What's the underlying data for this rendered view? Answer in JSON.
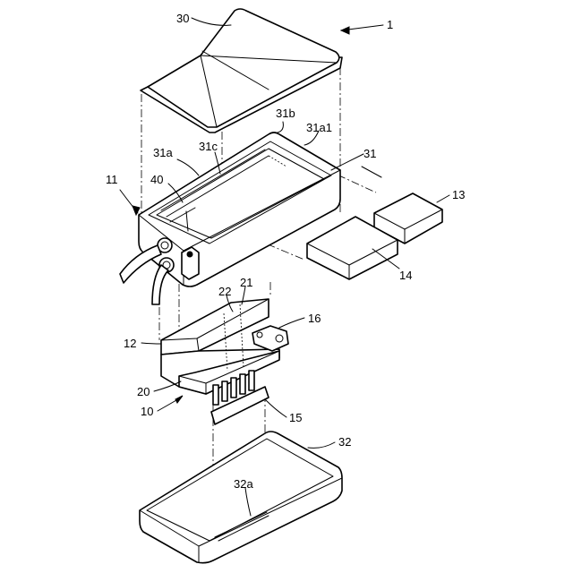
{
  "labels": {
    "l1": "1",
    "l30": "30",
    "l31b": "31b",
    "l31a1": "31a1",
    "l31": "31",
    "l31a": "31a",
    "l31c": "31c",
    "l13": "13",
    "l11": "11",
    "l40": "40",
    "l14": "14",
    "l22": "22",
    "l21": "21",
    "l16": "16",
    "l12": "12",
    "l20": "20",
    "l10": "10",
    "l15": "15",
    "l32": "32",
    "l32a": "32a"
  }
}
